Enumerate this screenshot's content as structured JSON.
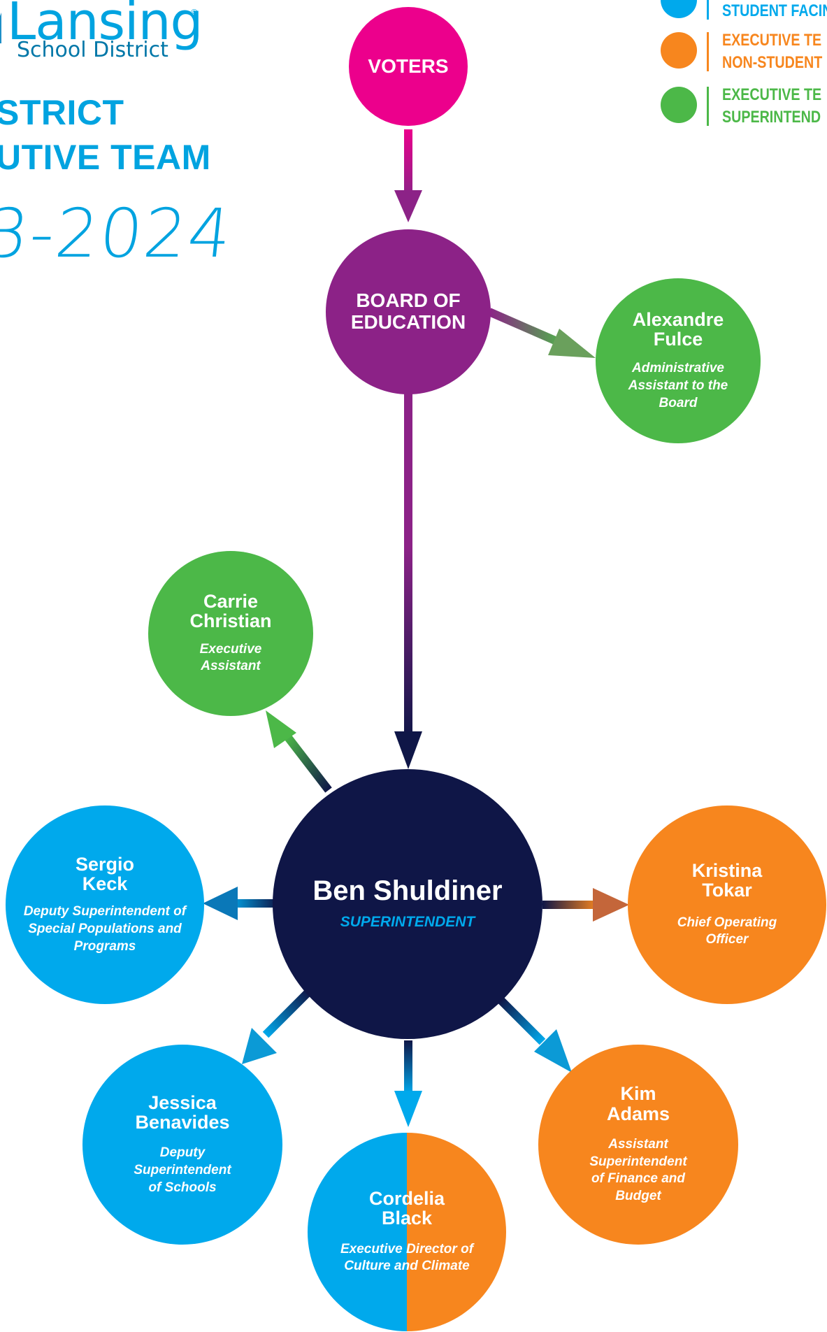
{
  "header": {
    "logo_name": "Lansing",
    "logo_reg": "©",
    "logo_sub": "School District",
    "title_line1": "STRICT",
    "title_line2": "UTIVE TEAM",
    "year": "3-2024"
  },
  "legend": [
    {
      "line1": "STUDENT FACIN",
      "line2": "",
      "color": "#00a9ec"
    },
    {
      "line1": "EXECUTIVE TE",
      "line2": "NON-STUDENT",
      "color": "#f7861e"
    },
    {
      "line1": "EXECUTIVE TE",
      "line2": "SUPERINTEND",
      "color": "#4cb848"
    }
  ],
  "nodes": {
    "voters": {
      "name": "VOTERS",
      "color": "#ec008c"
    },
    "board": {
      "name_line1": "BOARD OF",
      "name_line2": "EDUCATION",
      "color": "#8c2287"
    },
    "alexandre": {
      "name_line1": "Alexandre",
      "name_line2": "Fulce",
      "title": "Administrative Assistant to the Board",
      "color": "#4cb848"
    },
    "carrie": {
      "name_line1": "Carrie",
      "name_line2": "Christian",
      "title": "Executive Assistant",
      "color": "#4cb848"
    },
    "ben": {
      "name": "Ben Shuldiner",
      "title": "SUPERINTENDENT",
      "color": "#0f1647"
    },
    "sergio": {
      "name_line1": "Sergio",
      "name_line2": "Keck",
      "title": "Deputy Superintendent of Special Populations and Programs",
      "color": "#00a9ec"
    },
    "kristina": {
      "name_line1": "Kristina",
      "name_line2": "Tokar",
      "title": "Chief Operating Officer",
      "color": "#f7861e"
    },
    "jessica": {
      "name_line1": "Jessica",
      "name_line2": "Benavides",
      "title": "Deputy Superintendent of Schools",
      "color": "#00a9ec"
    },
    "kim": {
      "name_line1": "Kim",
      "name_line2": "Adams",
      "title": "Assistant Superintendent of Finance and Budget",
      "color": "#f7861e"
    },
    "cordelia": {
      "name_line1": "Cordelia",
      "name_line2": "Black",
      "title": "Executive Director of Culture and Climate",
      "color_left": "#00a9ec",
      "color_right": "#f7861e"
    }
  }
}
